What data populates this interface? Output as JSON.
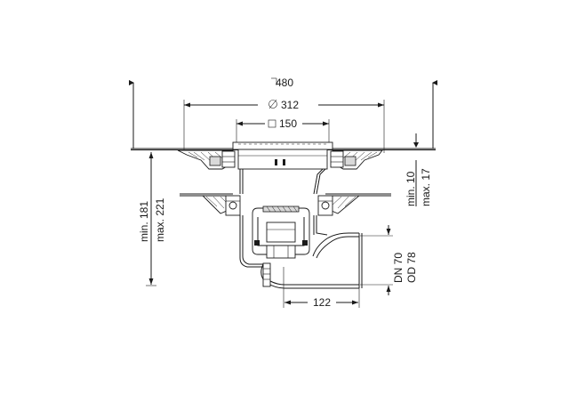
{
  "dimensions": {
    "overall_width": "480",
    "grate_diameter_symbol": "⌀",
    "grate_diameter": "312",
    "grate_square_symbol": "□",
    "grate_square": "150",
    "adjust_range_min": "min. 10",
    "adjust_range_max": "max. 17",
    "height_min": "min. 181",
    "height_max": "max. 221",
    "outlet_dn": "DN 70",
    "outlet_od": "OD 78",
    "outlet_offset": "122"
  }
}
